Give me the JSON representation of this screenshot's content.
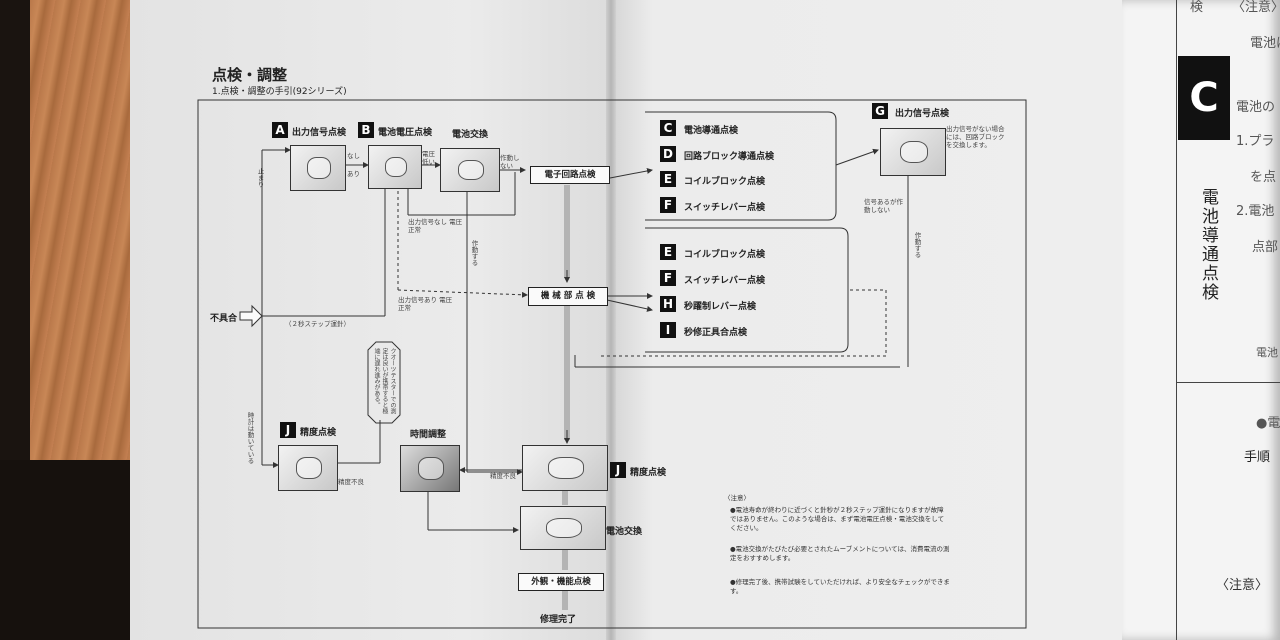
{
  "page": {
    "title": "点検・調整",
    "subtitle": "1.点検・調整の手引(92シリーズ)"
  },
  "top_flow": {
    "A": {
      "badge": "A",
      "label": "出力信号点検"
    },
    "B": {
      "badge": "B",
      "label": "電池電圧点検"
    },
    "battery_swap": "電池交換",
    "stop_label": "止まり",
    "nashi": "なし",
    "ari": "あり",
    "volt_low": "電圧低い",
    "no_move": "作動しない",
    "circuit_check": "電子回路点検",
    "no_output": "出力信号なし 電圧正常",
    "operates": "作動する"
  },
  "mid_flow": {
    "fault": "不具合",
    "two_sec": "（２秒ステップ運針）",
    "output_ok": "出力信号あり 電圧正常",
    "mech_check": "機 械 部 点 検",
    "quartz_note": "クオーツテスターでの測定は良いが携帯すると極端に遅れ進みがある。",
    "clock_running": "時計は動いている"
  },
  "bottom_flow": {
    "J1": {
      "badge": "J",
      "label": "精度点検"
    },
    "time_adjust": "時間調整",
    "accuracy_bad_1": "精度不良",
    "accuracy_bad_2": "精度不良",
    "J2": {
      "badge": "J",
      "label": "精度点検"
    },
    "battery_swap2": "電池交換",
    "exterior": "外観・機能点検",
    "done": "修理完了"
  },
  "right_group1": [
    {
      "badge": "C",
      "label": "電池導通点検"
    },
    {
      "badge": "D",
      "label": "回路ブロック導通点検"
    },
    {
      "badge": "E",
      "label": "コイルブロック点検"
    },
    {
      "badge": "F",
      "label": "スイッチレバー点検"
    }
  ],
  "right_group2": [
    {
      "badge": "E",
      "label": "コイルブロック点検"
    },
    {
      "badge": "F",
      "label": "スイッチレバー点検"
    },
    {
      "badge": "H",
      "label": "秒躍制レバー点検"
    },
    {
      "badge": "I",
      "label": "秒修正具合点検"
    }
  ],
  "G": {
    "badge": "G",
    "label": "出力信号点検",
    "note": "出力信号がない場合には、回路ブロックを交換します。",
    "signal_ok": "信号あるが作動しない",
    "operates": "作動する"
  },
  "notes": {
    "heading": "〈注意〉",
    "items": [
      "●電池寿命が終わりに近づくと針秒が２秒ステップ運針になりますが故障ではありません。このような場合は、まず電池電圧点検・電池交換をしてください。",
      "●電池交換がたびたび必要とされたムーブメントについては、消費電流の測定をおすすめします。",
      "●修理完了後、携帯試験をしていただければ、より安全なチェックができます。"
    ]
  },
  "far_page": {
    "top_a": "検",
    "top_b": "〈注意〉",
    "top_c": "電池は",
    "big_letter": "C",
    "vertical": "電池導通点検",
    "line1": "電池の",
    "line2": "1.プラ",
    "line3": "を点",
    "line4": "2.電池",
    "line5": "点部",
    "battery_small": "電池",
    "bullet": "●電",
    "procedure": "手順",
    "caution": "〈注意〉"
  }
}
